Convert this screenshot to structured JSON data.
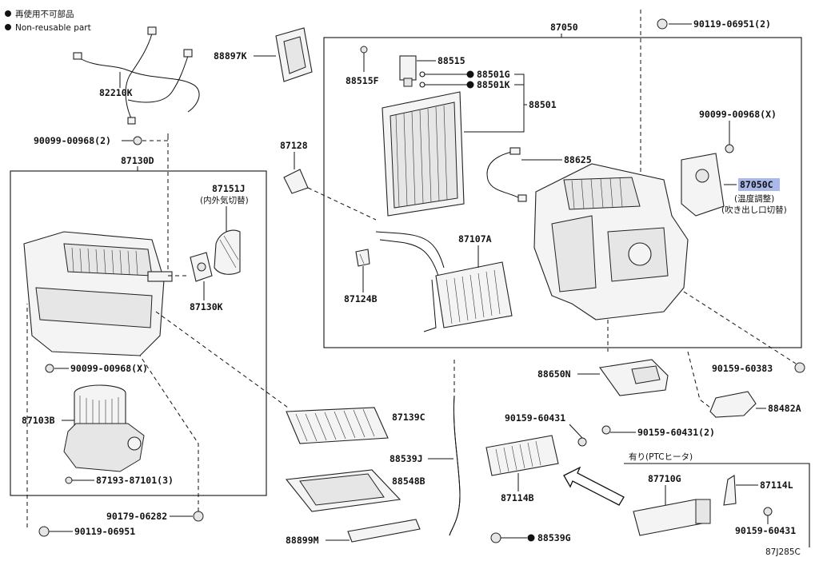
{
  "legend": {
    "line1": "再使用不可部品",
    "line2": "Non-reusable part"
  },
  "diagram_code": "87J285C",
  "group_labels": {
    "assy_main": "87050",
    "assy_blower": "87130D",
    "ptc_option": "有り(PTCヒータ)"
  },
  "labels": {
    "p82210K": "82210K",
    "p88897K": "88897K",
    "p90119_06951_2": "90119-06951(2)",
    "p90099_00968_2": "90099-00968(2)",
    "p87151J": "87151J",
    "p87151J_note": "(内外気切替)",
    "p87130K": "87130K",
    "p90099_00968_X_left": "90099-00968(X)",
    "p87103B": "87103B",
    "p87193": "87193-87101(3)",
    "p90179": "90179-06282",
    "p90119_06951": "90119-06951",
    "p88515": "88515",
    "p88515F": "88515F",
    "p88501G": "88501G",
    "p88501K": "88501K",
    "p88501": "88501",
    "p88625": "88625",
    "p87128": "87128",
    "p87107A": "87107A",
    "p87124B": "87124B",
    "p90099_00968_X_right": "90099-00968(X)",
    "p87050C": "87050C",
    "p87050C_note1": "(温度調整)",
    "p87050C_note2": "(吹き出し口切替)",
    "p90159_60383": "90159-60383",
    "p88650N": "88650N",
    "p88482A": "88482A",
    "p87139C": "87139C",
    "p90159_60431_a": "90159-60431",
    "p90159_60431_2": "90159-60431(2)",
    "p88539J": "88539J",
    "p88548B": "88548B",
    "p87114B": "87114B",
    "p88899M": "88899M",
    "p88539G": "88539G",
    "p87710G": "87710G",
    "p87114L": "87114L",
    "p90159_60431_b": "90159-60431"
  }
}
